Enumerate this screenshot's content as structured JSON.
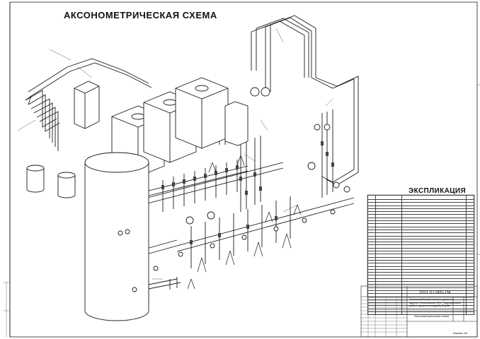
{
  "title": "АКСОНОМЕТРИЧЕСКАЯ СХЕМА",
  "explication_title": "ЭКСПЛИКАЦИЯ",
  "doc_number": "2021.07-005-ТМ",
  "stamp": {
    "line1": "Теплоснабжение жилого дома по",
    "line2": "адресу: Московская обл., Одинцовский",
    "line3": "район, деревня усадьба ВЦ-38",
    "sheet_name": "Аксонометрическая схема",
    "format": "Формат А3"
  },
  "colors": {
    "line": "#1a1a1a",
    "paper": "#ffffff"
  }
}
